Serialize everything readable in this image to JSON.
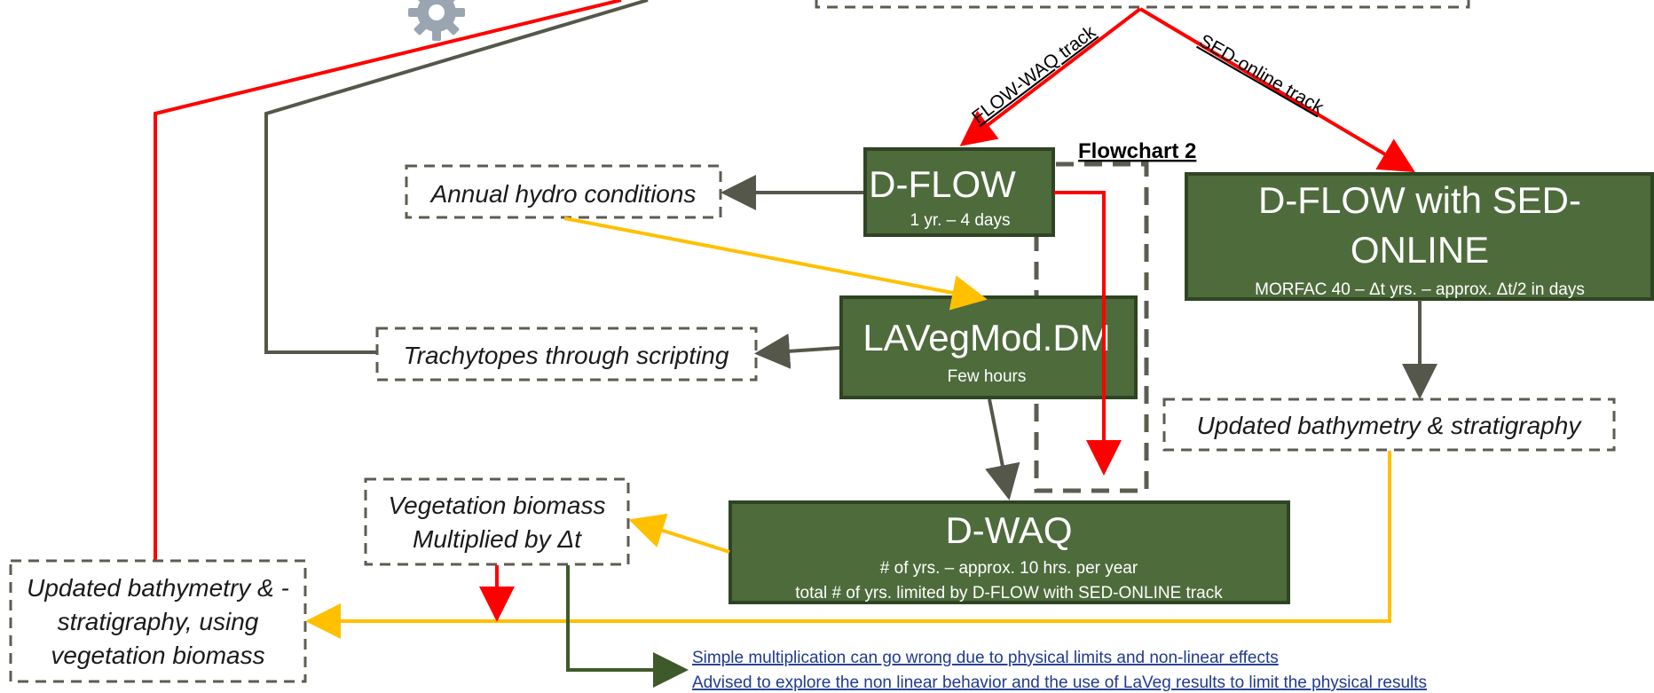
{
  "colors": {
    "process_box": "#4e6b3c",
    "dashed_border": "#5c5c52",
    "arrow_red": "#ff0000",
    "arrow_gray": "#54574a",
    "arrow_yellow": "#ffc000",
    "arrow_darkgreen": "#3e5a2a",
    "note_link": "#1f3b8c"
  },
  "icons": {
    "settings": "gear-icon"
  },
  "tracks": {
    "flow_waq": "FLOW-WAQ track",
    "sed_online": "SED-online track"
  },
  "flowchart_label": "Flowchart 2",
  "process_boxes": {
    "dflow": {
      "title": "D-FLOW",
      "subtitle": "1 yr. – 4 days"
    },
    "dflow_sed": {
      "title_line1": "D-FLOW with SED-",
      "title_line2": "ONLINE",
      "subtitle": "MORFAC 40 – Δt yrs. – approx. Δt/2 in days"
    },
    "lavegmod": {
      "title": "LAVegMod.DM",
      "subtitle": "Few hours"
    },
    "dwaq": {
      "title": "D-WAQ",
      "subtitle_line1": "# of yrs. – approx. 10 hrs. per year",
      "subtitle_line2": "total # of yrs. limited by D-FLOW with SED-ONLINE track"
    }
  },
  "data_boxes": {
    "annual_hydro": "Annual hydro conditions",
    "trachytopes": "Trachytopes through scripting",
    "updated_bathy_right": "Updated bathymetry & stratigraphy",
    "veg_biomass_line1": "Vegetation biomass",
    "veg_biomass_line2": "Multiplied by Δt",
    "updated_bathy_left_line1": "Updated bathymetry & -",
    "updated_bathy_left_line2": "stratigraphy, using",
    "updated_bathy_left_line3": "vegetation biomass"
  },
  "notes": {
    "line1": "Simple multiplication can go wrong due to physical limits and non-linear effects",
    "line2": "Advised to explore the non linear behavior and the use of LaVeg results to limit the physical results"
  }
}
